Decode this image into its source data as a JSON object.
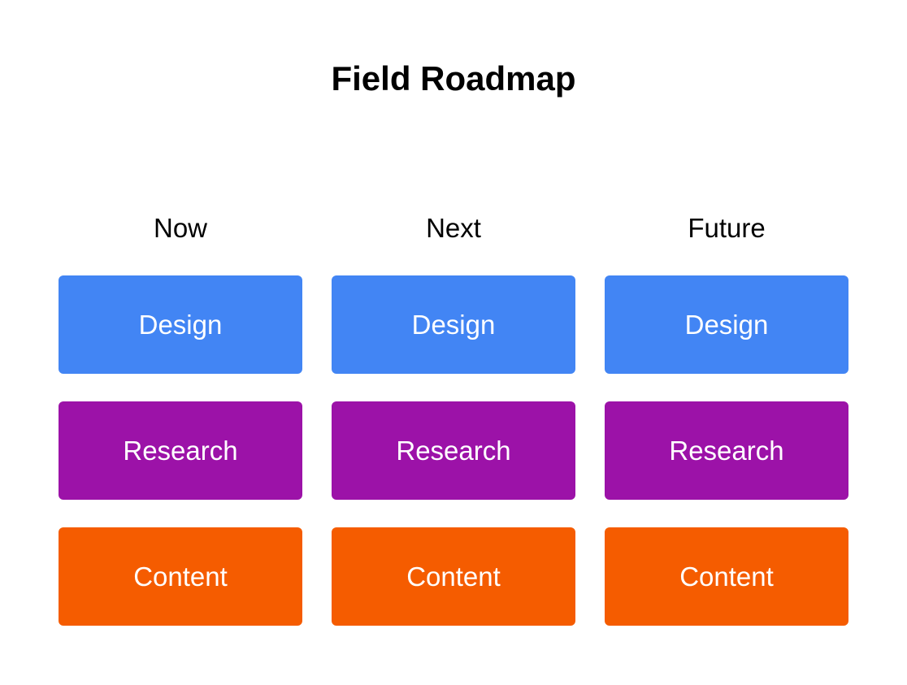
{
  "board": {
    "title": "Field Roadmap",
    "background_color": "#ffffff",
    "title_color": "#000000",
    "header_color": "#000000",
    "card_text_color": "#ffffff",
    "columns": [
      {
        "header": "Now",
        "cards": [
          {
            "label": "Design",
            "color": "#4285f4"
          },
          {
            "label": "Research",
            "color": "#9c12a8"
          },
          {
            "label": "Content",
            "color": "#f55c00"
          }
        ]
      },
      {
        "header": "Next",
        "cards": [
          {
            "label": "Design",
            "color": "#4285f4"
          },
          {
            "label": "Research",
            "color": "#9c12a8"
          },
          {
            "label": "Content",
            "color": "#f55c00"
          }
        ]
      },
      {
        "header": "Future",
        "cards": [
          {
            "label": "Design",
            "color": "#4285f4"
          },
          {
            "label": "Research",
            "color": "#9c12a8"
          },
          {
            "label": "Content",
            "color": "#f55c00"
          }
        ]
      }
    ]
  }
}
